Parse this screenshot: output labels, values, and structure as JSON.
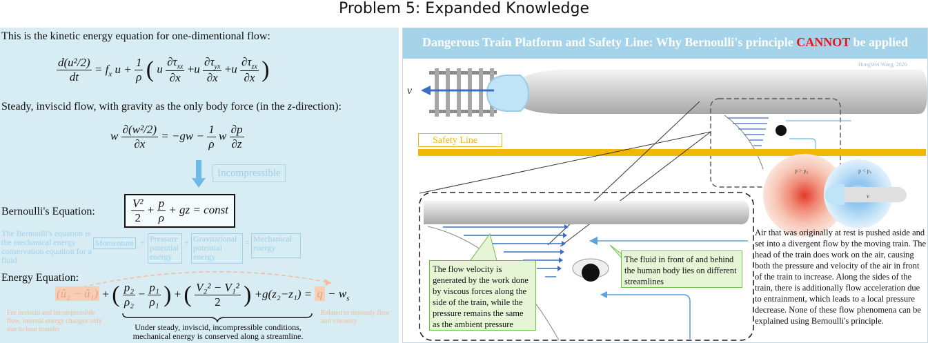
{
  "title": "Problem 5: Expanded Knowledge",
  "left": {
    "intro": "This is the kinetic energy equation for one-dimentional flow:",
    "eq1": {
      "lhs_num": "d(u²/2)",
      "lhs_den": "dt",
      "rhs_a": "= f",
      "rhs_a_sub": "x",
      "rhs_a2": " u +",
      "one": "1",
      "rho": "ρ",
      "term1_num": "∂τ",
      "term1_num_sub": "xx",
      "term2_num_sub": "yx",
      "term3_num_sub": "zx",
      "dx": "∂x",
      "u": "u",
      "plus": "+"
    },
    "steady_pre": "Steady, inviscid flow, with gravity as the only body force (in the ",
    "steady_var": "z",
    "steady_post": "-direction):",
    "eq2": {
      "w": "w",
      "num": "∂(w²/2)",
      "den": "∂x",
      "mid": "= −gw −",
      "one": "1",
      "rho": "ρ",
      "dp": "∂p",
      "dz": "∂z"
    },
    "incompressible": "Incompressible",
    "bernoulli_label": "Bernoulli's Equation:",
    "bern": {
      "v2": "V²",
      "two": "2",
      "plus": "+",
      "p": "p",
      "rho": "ρ",
      "gz": "+ gz = const"
    },
    "bern_note": "The Bernoulli's equation is the mechanical energy conservation equation for a fluid",
    "boxes": {
      "momentum": "Momentum",
      "pressure": "Pressure potential energy",
      "gravitational": "Gravitational potential energy",
      "mechanical": "Mechanical energy",
      "plus": "+",
      "equals": "="
    },
    "energy_label": "Energy Equation:",
    "energy": {
      "u_term": "(û₂ − û₁)",
      "plus": "+",
      "p2": "p₂",
      "rho2": "ρ₂",
      "minus": "−",
      "p1": "p₁",
      "rho1": "ρ₁",
      "v_num": "V₂² − V₁²",
      "two": "2",
      "gz": "+g(z₂−z₁) =",
      "q": "q",
      "ws": "− w",
      "ws_sub": "s"
    },
    "inviscid_note": "For inviscid and incompressible flow, internal energy changes only due to heat transfer",
    "unsteady_note": "Related to unsteady flow and viscosity",
    "brace_note": "Under steady, inviscid, incompressible conditions, mechanical energy is conserved along a streamline."
  },
  "right": {
    "title_pre": "Dangerous Train Platform and Safety Line: Why Bernoulli's principle ",
    "title_red": "CANNOT",
    "title_post": " be applied",
    "credit": "HongWei Wang, 2020",
    "v_label": "v",
    "safety_line": "Safety  Line",
    "p_high": "p > p₀",
    "p_low": "p < p₀",
    "v_small": "v",
    "callout1": "The flow velocity is generated by the work done by viscous forces along the side of the train, while the pressure remains the same as the ambient pressure",
    "callout2": "The fluid in front of and behind the human body lies on different streamlines",
    "explanation": "Air that was originally at rest is pushed aside and set into a divergent flow by the moving train. The head of the train does work on the air, causing both the pressure and velocity of the air in front of the train to increase. Along the sides of the train, there is additionally flow acceleration due to entrainment, which leads to a local pressure decrease. None of these flow phenomena can be explained using Bernoulli's principle."
  },
  "colors": {
    "left_bg": "#d8ecf3",
    "title_bar": "#a4d3ea",
    "red_word": "#e8141b",
    "safety_yellow": "#f2b705",
    "flow_blue": "#3c6bc4",
    "callout_green": "#e6f5d6",
    "peach": "#f5b99a",
    "pale_blue": "#9fd0ea"
  }
}
